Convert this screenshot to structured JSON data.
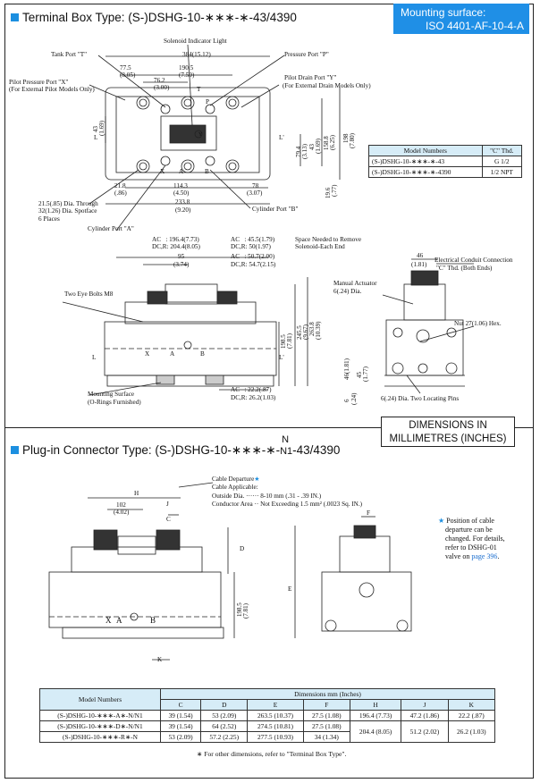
{
  "section1": {
    "title": "Terminal Box Type: (S-)DSHG-10-∗∗∗-∗-43/4390",
    "mount_line1": "Mounting surface:",
    "mount_line2": "ISO 4401-AF-10-4-A"
  },
  "labels1": {
    "solenoid_indicator": "Solenoid Indicator Light",
    "tank_port": "Tank Port \"T\"",
    "pressure_port": "Pressure Port \"P\"",
    "pilot_pressure": "Pilot Pressure Port \"X\"",
    "pilot_pressure_note": "(For External Pilot Models Only)",
    "pilot_drain": "Pilot Drain Port \"Y\"",
    "pilot_drain_note": "(For External Drain Models Only)",
    "dia_through": "21.5(.85) Dia. Through",
    "spotface": "32(1.26) Dia. Spotface",
    "places": "6 Places",
    "cyl_a": "Cylinder Port \"A\"",
    "cyl_b": "Cylinder Port \"B\"",
    "two_eye": "Two Eye Bolts M8",
    "mounting_surface": "Mounting Surface",
    "orings": "(O-Rings Furnished)",
    "manual_actuator": "Manual Actuator",
    "manual_dia": "6(.24) Dia.",
    "elec_conduit": "Electrical Conduit Connection",
    "c_thd": "\"C\" Thd. (Both Ends)",
    "nut": "Nut 27(1.06) Hex.",
    "locating_pins": "6(.24) Dia. Two Locating Pins",
    "space_needed": "Space Needed to Remove",
    "solenoid_each": "Solenoid-Each End"
  },
  "dims1": {
    "d384": "384(15.12)",
    "d775": "77.5",
    "d775i": "(3.05)",
    "d1905": "190.5",
    "d1905i": "(7.50)",
    "d762": "76.2",
    "d762i": "(3.00)",
    "d218": "21.8",
    "d218i": "(.86)",
    "d1143": "114.3",
    "d1143i": "(4.50)",
    "d78": "78",
    "d78i": "(3.07)",
    "d2338": "233.8",
    "d2338i": "(9.20)",
    "d43": "43",
    "d43i": "(1.69)",
    "d1588": "158.8",
    "d1588i": "(6.25)",
    "d198": "198",
    "d198i": "(7.80)",
    "d43b": "43",
    "d43bi": "(1.69)",
    "d794": "79.4",
    "d794i": "(3.13)",
    "d196": "19.6",
    "d196i": "(.77)",
    "ac1": "AC",
    "ac1v": ": 196.4(7.73)",
    "dcr1": "DC,R",
    "dcr1v": ": 204.4(8.05)",
    "ac2": "AC",
    "ac2v": ": 45.5(1.79)",
    "dcr2": "DC,R",
    "dcr2v": ": 50(1.97)",
    "ac3": "AC",
    "ac3v": ": 50.7(2.00)",
    "dcr3": "DC,R",
    "dcr3v": ": 54.7(2.15)",
    "d95": "95",
    "d95i": "(3.74)",
    "d1985": "198.5",
    "d1985i": "(7.81)",
    "d2455": "245.5",
    "d2455i": "(9.67)",
    "d2638": "263.8",
    "d2638i": "(10.39)",
    "ac4": "AC",
    "ac4v": ": 22.2(.87)",
    "dcr4": "DC,R",
    "dcr4v": ": 26.2(1.03)",
    "d46": "46",
    "d46i": "(1.81)",
    "d46b": "46(1.81)",
    "d45": "45",
    "d45i": "(1.77)",
    "d6": "6",
    "d6i": "(.24)"
  },
  "table1": {
    "h_models": "Model Numbers",
    "h_c": "\"C\" Thd.",
    "rows": [
      {
        "model": "(S-)DSHG-10-∗∗∗-∗-43",
        "c": "G 1/2"
      },
      {
        "model": "(S-)DSHG-10-∗∗∗-∗-4390",
        "c": "1/2 NPT"
      }
    ]
  },
  "dim_note": {
    "line1": "DIMENSIONS IN",
    "line2": "MILLIMETRES (INCHES)"
  },
  "section2": {
    "title_prefix": "Plug-in Connector Type: (S-)DSHG-10-∗∗∗-∗-",
    "title_n": "N",
    "title_n1": "N1",
    "title_suffix": "-43/4390"
  },
  "labels2": {
    "cable_departure": "Cable Departure",
    "star": "★",
    "cable_applicable": "Cable Applicable:",
    "outside_dia": "Outside Dia. ······ 8-10 mm (.31 - .39 IN.)",
    "conductor_area": "Conductor Area ·· Not Exceeding 1.5 mm² (.0023 Sq. IN.)",
    "note1": "★ Position of cable",
    "note2": "departure can be",
    "note3": "changed. For details,",
    "note4": "refer to DSHG-01",
    "note5_a": "valve on ",
    "note5_link": "page 396",
    "note5_b": ".",
    "h": "H",
    "d102": "102",
    "d102i": "(4.02)",
    "j": "J",
    "c": "C",
    "d": "D",
    "e": "E",
    "f": "F",
    "k": "K",
    "d1985": "198.5",
    "d1985i": "(7.81)"
  },
  "table2": {
    "h_models": "Model Numbers",
    "h_dims": "Dimensions   mm (Inches)",
    "cols": [
      "C",
      "D",
      "E",
      "F",
      "H",
      "J",
      "K"
    ],
    "rows": [
      {
        "model": "(S-)DSHG-10-∗∗∗-A∗-N/N1",
        "c": "39 (1.54)",
        "d": "53  (2.09)",
        "e": "263.5 (10.37)",
        "f": "27.5 (1.08)",
        "h": "196.4 (7.73)",
        "j": "47.2 (1.86)",
        "k": "22.2 (.87)"
      },
      {
        "model": "(S-)DSHG-10-∗∗∗-D∗-N/N1",
        "c": "39 (1.54)",
        "d": "64  (2.52)",
        "e": "274.5 (10.81)",
        "f": "27.5 (1.08)",
        "h": "204.4 (8.05)",
        "j": "51.2 (2.02)",
        "k": "26.2 (1.03)"
      },
      {
        "model": "(S-)DSHG-10-∗∗∗-R∗-N",
        "c": "53 (2.09)",
        "d": "57.2  (2.25)",
        "e": "277.5 (10.93)",
        "f": "34  (1.34)"
      }
    ],
    "footnote": "∗ For other dimensions, refer to \"Terminal Box Type\"."
  },
  "colors": {
    "accent": "#1c8fe0",
    "table_header": "#d6ecf7"
  }
}
